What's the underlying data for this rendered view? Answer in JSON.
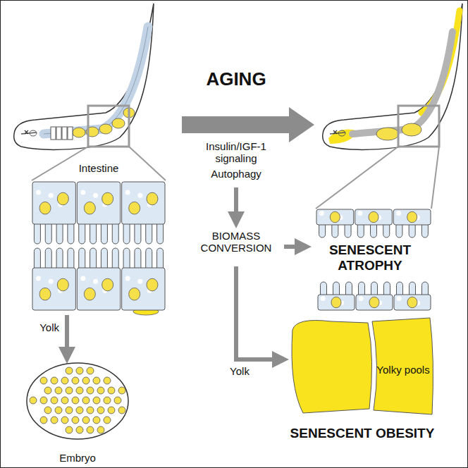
{
  "diagram": {
    "nodes": [
      {
        "text": [
          "Intestine"
        ]
      },
      {
        "text": [
          "Embryo"
        ]
      },
      {
        "text": [
          "SENESCENT ATROPHY"
        ]
      },
      {
        "text": [
          "Yolky pools",
          "SENESCENT OBESITY"
        ]
      }
    ],
    "edges": [
      {
        "from": 0,
        "to": 1,
        "arrow": "to",
        "label": "Yolk"
      }
    ],
    "labels": [
      "AGING",
      "Insulin/IGF-1 signaling",
      "Autophagy",
      "BIOMASS CONVERSION",
      "Yolk"
    ]
  }
}
